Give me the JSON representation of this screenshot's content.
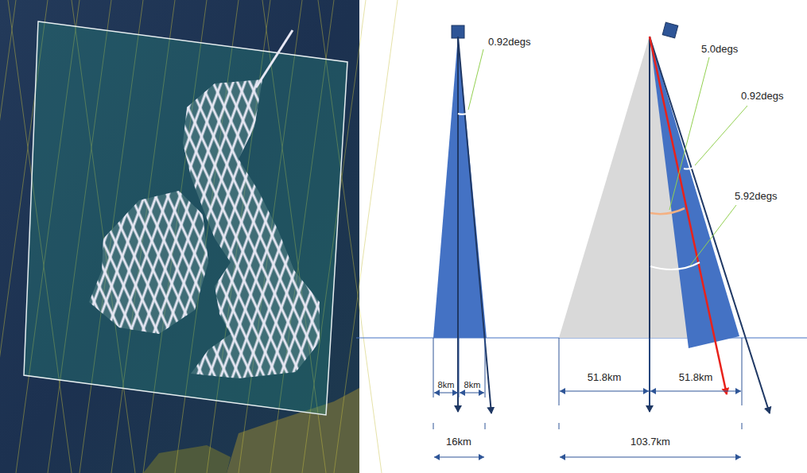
{
  "diagram": {
    "labels": [
      "0.92degs",
      "5.0degs",
      "0.92degs",
      "5.92degs",
      "8km",
      "8km",
      "51.8km",
      "51.8km",
      "16km",
      "103.7km"
    ]
  }
}
